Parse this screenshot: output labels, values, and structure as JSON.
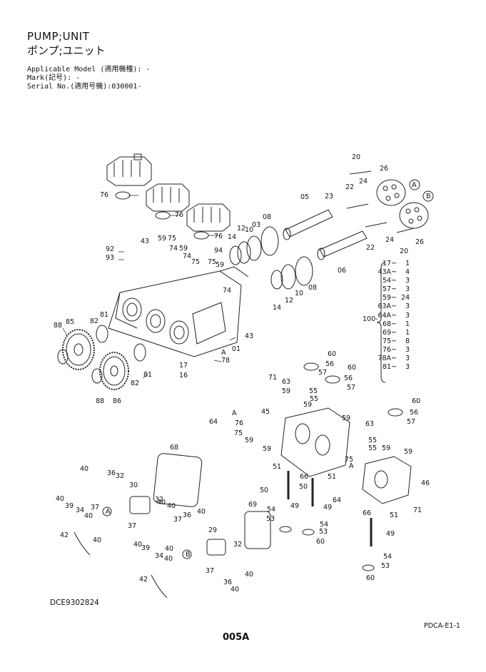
{
  "header": {
    "title_en": "PUMP;UNIT",
    "title_jp": "ポンプ;ユニット",
    "applicable_model": "Applicable Model (適用機種): -",
    "mark": "Mark(記号): -",
    "serial_no": "Serial No.(適用号機):030001-"
  },
  "footer": {
    "figure_code": "DCE9302824",
    "page_ref": "PDCA-E1-1",
    "page_number": "005A"
  },
  "quantity_table": {
    "group": "100",
    "rows": [
      {
        "part": "17",
        "qty": "1"
      },
      {
        "part": "43A",
        "qty": "4"
      },
      {
        "part": "54",
        "qty": "3"
      },
      {
        "part": "57",
        "qty": "3"
      },
      {
        "part": "59",
        "qty": "24"
      },
      {
        "part": "63A",
        "qty": "3"
      },
      {
        "part": "64A",
        "qty": "3"
      },
      {
        "part": "68",
        "qty": "1"
      },
      {
        "part": "69",
        "qty": "1"
      },
      {
        "part": "75",
        "qty": "8"
      },
      {
        "part": "76",
        "qty": "3"
      },
      {
        "part": "78A",
        "qty": "3"
      },
      {
        "part": "81",
        "qty": "3"
      }
    ]
  },
  "callouts": [
    "01",
    "03",
    "05",
    "06",
    "08",
    "10",
    "12",
    "14",
    "16",
    "17",
    "20",
    "22",
    "23",
    "24",
    "26",
    "29",
    "30",
    "32",
    "34",
    "36",
    "37",
    "39",
    "40",
    "42",
    "43",
    "45",
    "46",
    "49",
    "50",
    "51",
    "53",
    "54",
    "55",
    "56",
    "57",
    "59",
    "60",
    "63",
    "64",
    "66",
    "68",
    "69",
    "71",
    "74",
    "75",
    "76",
    "78",
    "81",
    "82",
    "85",
    "86",
    "88",
    "92",
    "93",
    "94",
    "A",
    "B"
  ]
}
